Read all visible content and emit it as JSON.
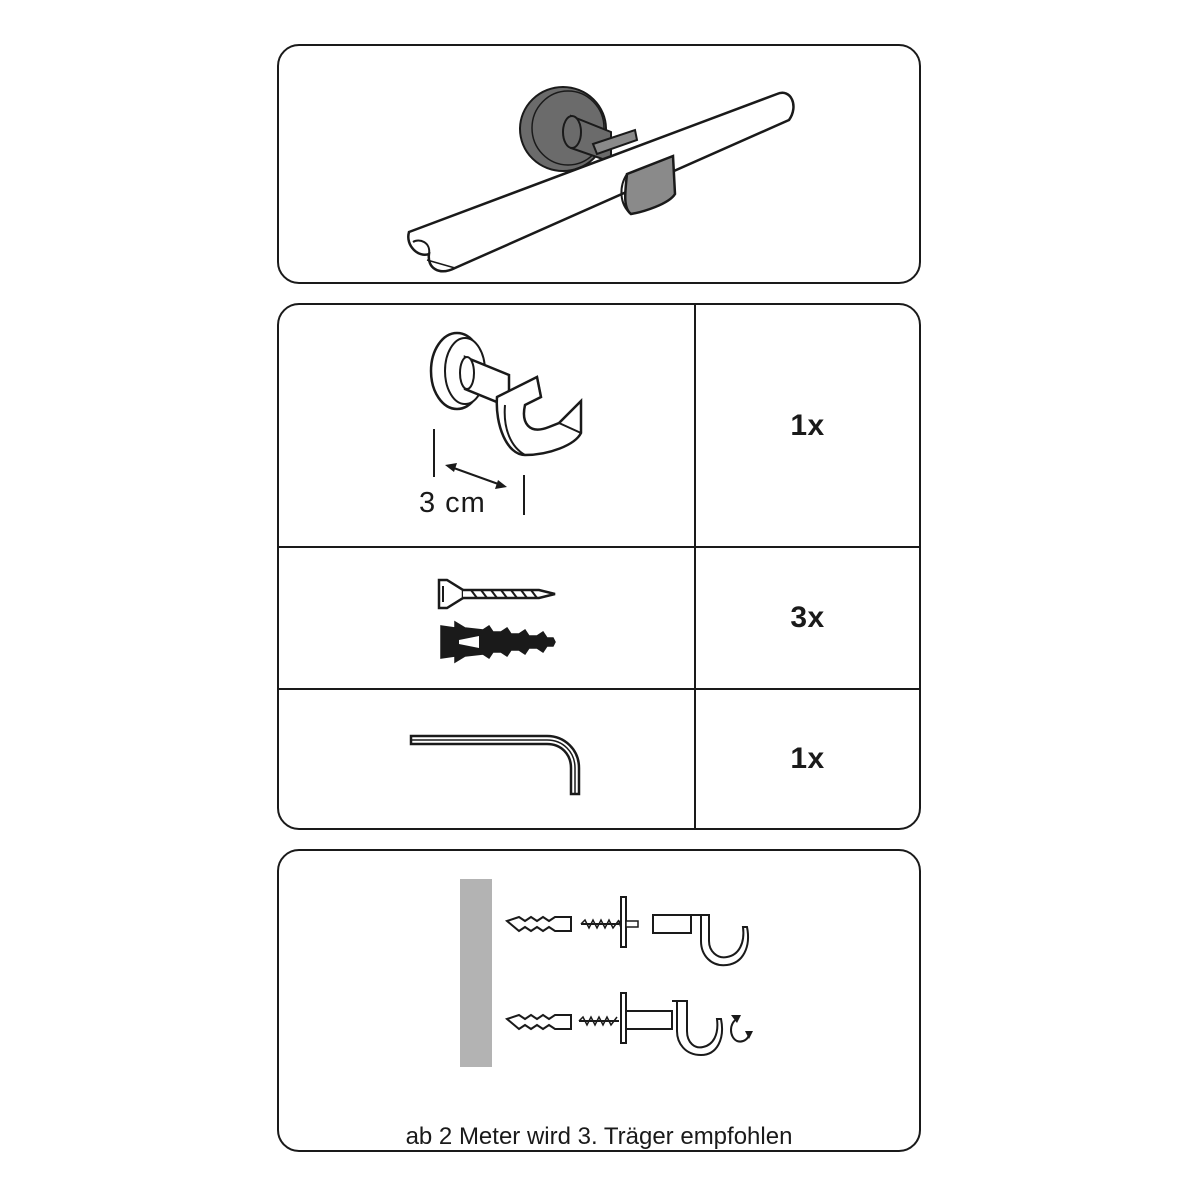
{
  "product": {
    "icon": "curtain-rod-bracket-illustration"
  },
  "contents": {
    "rows": [
      {
        "icon": "wall-bracket-icon",
        "quantity": "1x",
        "dimension_label": "3 cm"
      },
      {
        "icon": "screw-and-dowel-icon",
        "quantity": "3x"
      },
      {
        "icon": "allen-key-icon",
        "quantity": "1x"
      }
    ]
  },
  "installation": {
    "icon": "installation-steps-diagram",
    "caption": "ab 2 Meter wird 3. Träger empfohlen"
  },
  "colors": {
    "line": "#1a1a1a",
    "bracket_fill": "#6b6b6b",
    "clip_fill": "#8a8a8a",
    "wall_fill": "#b3b3b3"
  }
}
